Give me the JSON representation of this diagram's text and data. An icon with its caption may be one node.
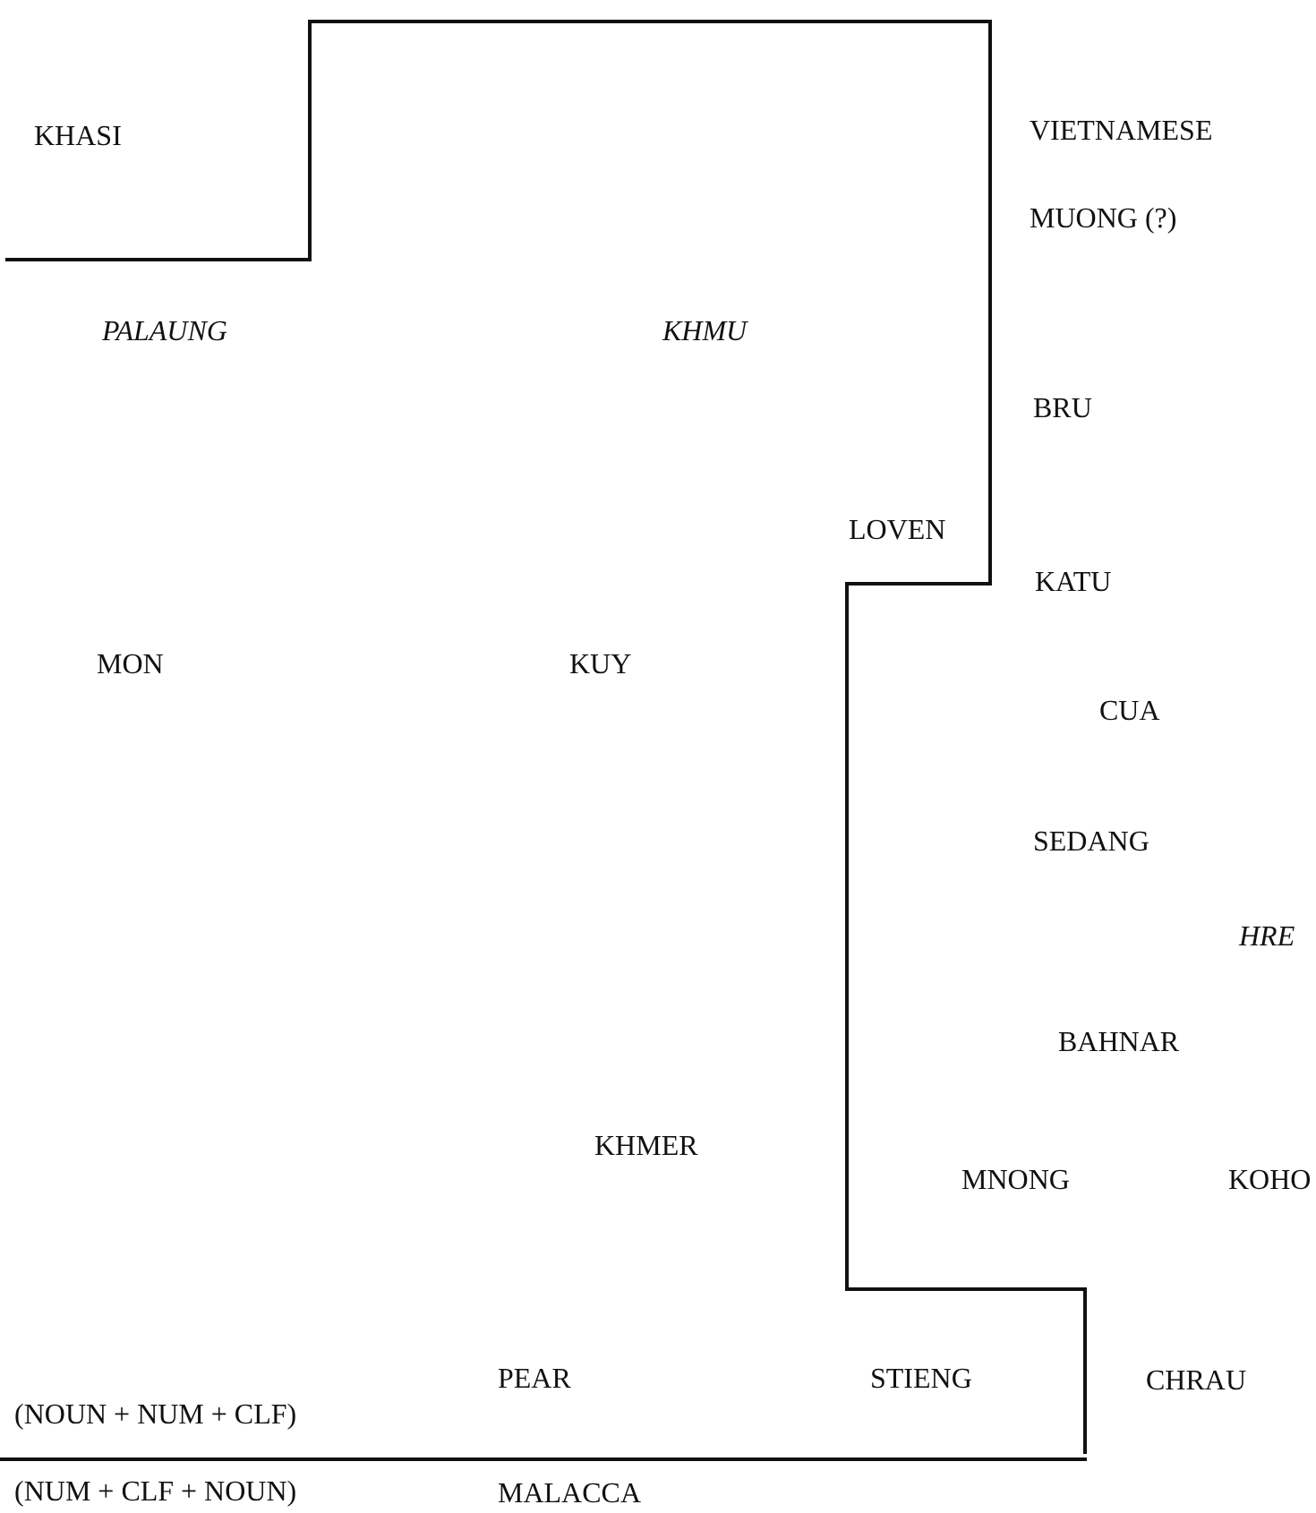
{
  "diagram": {
    "labels": [
      "KHASI",
      "VIETNAMESE",
      "MUONG (?)",
      "PALAUNG",
      "KHMU",
      "BRU",
      "LOVEN",
      "KATU",
      "MON",
      "KUY",
      "CUA",
      "SEDANG",
      "HRE",
      "BAHNAR",
      "KHMER",
      "MNONG",
      "KOHO",
      "PEAR",
      "STIENG",
      "CHRAU",
      "(NOUN + NUM + CLF)",
      "(NUM + CLF + NOUN)",
      "MALACCA"
    ]
  }
}
